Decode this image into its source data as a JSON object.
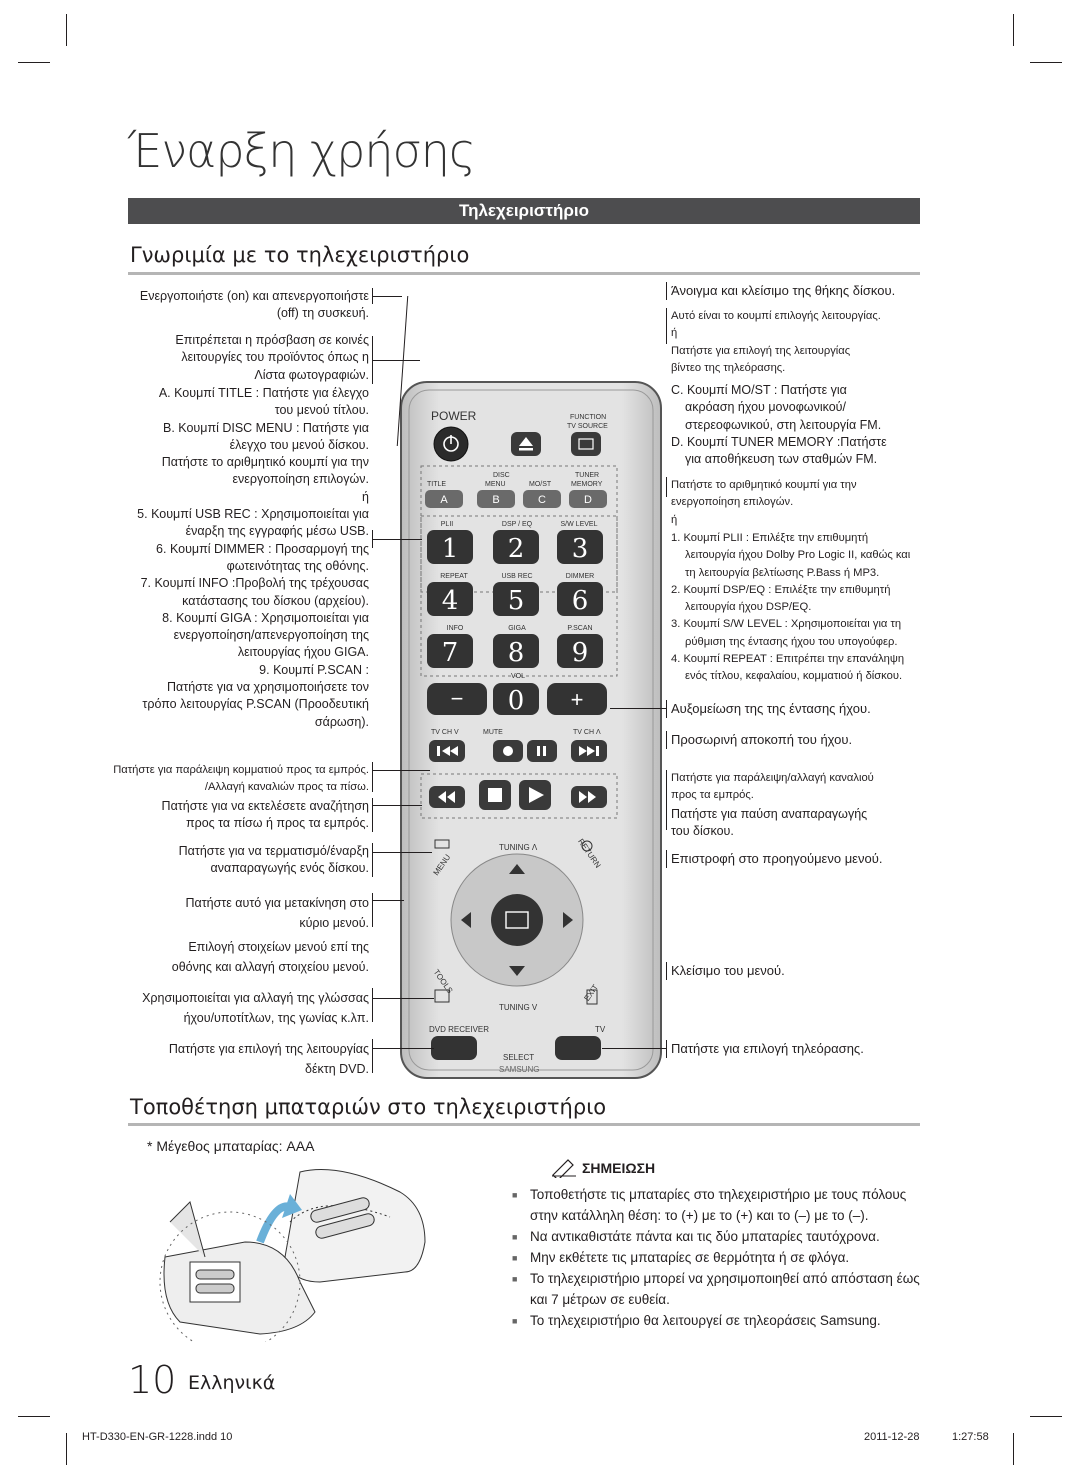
{
  "page": {
    "title": "Έναρξη χρήσης",
    "section_bar": "Τηλεχειριστήριο",
    "heading_remote": "Γνωριμία με το τηλεχειριστήριο",
    "heading_battery": "Τοποθέτηση μπαταριών στο τηλεχειριστήριο",
    "battery_size": "* Μέγεθος μπαταρίας: AAA",
    "page_number": "10",
    "language": "Ελληνικά",
    "slug_file": "HT-D330-EN-GR-1228.indd   10",
    "slug_date": "2011-12-28",
    "slug_time": "1:27:58"
  },
  "left_annotations": [
    "Ενεργοποιήστε (on) και απενεργοποιήστε\n(off) τη συσκευή.",
    "Επιτρέπεται η πρόσβαση σε κοινές\nλειτουργίες του προϊόντος όπως η\nΛίστα φωτογραφιών.",
    "A. Κουμπί TITLE : Πατήστε για έλεγχο\nτου μενού τίτλου.\nB. Κουμπί DISC MENU : Πατήστε για\nέλεγχο του μενού δίσκου.\nΠατήστε το αριθμητικό κουμπί για την\nενεργοποίηση επιλογών.\nή\n5. Κουμπί USB REC : Χρησιμοποιείται για\nέναρξη της εγγραφής μέσω USB.\n6. Κουμπί DIMMER : Προσαρμογή της\nφωτεινότητας της οθόνης.\n7. Κουμπί INFO :Προβολή της τρέχουσας\nκατάστασης του δίσκου (αρχείου).\n8. Κουμπί GIGA : Χρησιμοποιείται για\nενεργοποίηση/απενεργοποίηση της\nλειτουργίας ήχου GIGA.\n9. Κουμπί P.SCAN :\nΠατήστε για να χρησιμοποιήσετε τον\nτρόπο λειτουργίας P.SCAN (Προοδευτική\nσάρωση).",
    "Πατήστε για παράλειψη κομματιού προς τα εμπρός.\n/Αλλαγή καναλιών προς τα πίσω.",
    "Πατήστε για να εκτελέσετε αναζήτηση\nπρος τα πίσω ή προς τα εμπρός.",
    "Πατήστε για να τερματισμό/έναρξη\nαναπαραγωγής ενός δίσκου.",
    "Πατήστε αυτό για μετακίνηση στο\nκύριο μενού.",
    "Επιλογή στοιχείων μενού επί της\nοθόνης και αλλαγή στοιχείου μενού.",
    "Χρησιμοποιείται για αλλαγή της γλώσσας\nήχου/υποτίτλων, της γωνίας κ.λπ.",
    "Πατήστε για επιλογή της λειτουργίας\nδέκτη DVD."
  ],
  "right_annotations": {
    "open_close": "Άνοιγμα και κλείσιμο της θήκης δίσκου.",
    "function_1": "Αυτό είναι το κουμπί επιλογής λειτουργίας.",
    "function_2": "ή",
    "function_3": "Πατήστε για επιλογή της λειτουργίας",
    "function_4": "βίντεο της τηλεόρασης.",
    "mo_st_1": "C. Κουμπί MO/ST : Πατήστε για",
    "mo_st_2": "ακρόαση ήχου μονοφωνικού/",
    "mo_st_3": "στερεοφωνικού, στη λειτουργία FM.",
    "tuner_1": "D. Κουμπί TUNER MEMORY :Πατήστε",
    "tuner_2": "για αποθήκευση των σταθμών FM.",
    "numeric_1": "Πατήστε το αριθμητικό κουμπί για την",
    "numeric_2": "ενεργοποίηση επιλογών.",
    "numeric_3": "ή",
    "plii": "1. Κουμπί PLII : Επιλέξτε την επιθυμητή λειτουργία ήχου Dolby Pro Logic II, καθώς και τη λειτουργία βελτίωσης P.Bass ή MP3.",
    "dsp": "2. Κουμπί DSP/EQ : Επιλέξτε την επιθυμητή λειτουργία ήχου DSP/EQ.",
    "sw_level": "3. Κουμπί S/W LEVEL : Χρησιμοποιείται για τη ρύθμιση της έντασης ήχου του υπογούφερ.",
    "repeat": "4. Κουμπί REPEAT : Επιτρέπει την επανάληψη ενός τίτλου, κεφαλαίου, κομματιού ή δίσκου.",
    "volume": "Αυξομείωση της της έντασης ήχου.",
    "mute": "Προσωρινή αποκοπή του ήχου.",
    "skip_1": "Πατήστε για παράλειψη/αλλαγή καναλιού",
    "skip_2": "προς τα εμπρός.",
    "pause_1": "Πατήστε για παύση αναπαραγωγής",
    "pause_2": "του δίσκου.",
    "return": "Επιστροφή στο προηγούμενο μενού.",
    "exit": "Κλείσιμο του μενού.",
    "tv": "Πατήστε για επιλογή τηλεόρασης."
  },
  "remote": {
    "power": "POWER",
    "function": "FUNCTION",
    "tv_source": "TV SOURCE",
    "disc": "DISC",
    "tuner": "TUNER",
    "title": "TITLE",
    "menu": "MENU",
    "mo_st": "MO/ST",
    "memory": "MEMORY",
    "letters": [
      "A",
      "B",
      "C",
      "D"
    ],
    "row_labels_1": [
      "PLII",
      "DSP / EQ",
      "S/W LEVEL"
    ],
    "row_labels_2": [
      "REPEAT",
      "USB REC",
      "DIMMER"
    ],
    "row_labels_3": [
      "INFO",
      "GIGA",
      "P.SCAN"
    ],
    "digits": [
      "1",
      "2",
      "3",
      "4",
      "5",
      "6",
      "7",
      "8",
      "9",
      "0"
    ],
    "vol": "VOL",
    "tv_ch": "TV CH V",
    "mute": "MUTE",
    "tv_ch_up": "TV CH Λ",
    "menu_arc": "MENU",
    "tuning_up": "TUNING Λ",
    "return_arc": "RETURN",
    "tools": "TOOLS",
    "exit": "EXIT",
    "tuning_down": "TUNING V",
    "dvd_receiver": "DVD RECEIVER",
    "tv": "TV",
    "select": "SELECT",
    "brand": "SAMSUNG",
    "minus": "−",
    "plus": "+"
  },
  "note": {
    "title": "ΣΗΜΕΙΩΣΗ",
    "items": [
      "Τοποθετήστε τις μπαταρίες στο τηλεχειριστήριο με τους πόλους στην κατάλληλη θέση: το (+) με το (+) και το (–) με το (–).",
      "Να αντικαθιστάτε πάντα και τις δύο μπαταρίες ταυτόχρονα.",
      "Μην εκθέτετε τις μπαταρίες σε θερμότητα ή σε φλόγα.",
      "Το τηλεχειριστήριο μπορεί να χρησιμοποιηθεί από απόσταση έως και 7 μέτρων σε ευθεία.",
      "Το τηλεχειριστήριο θα λειτουργεί σε τηλεοράσεις Samsung."
    ]
  },
  "colors": {
    "section_bar": "#4d4d4f",
    "remote_body": "#d9d9d9",
    "button_dark": "#2b2b2b"
  }
}
